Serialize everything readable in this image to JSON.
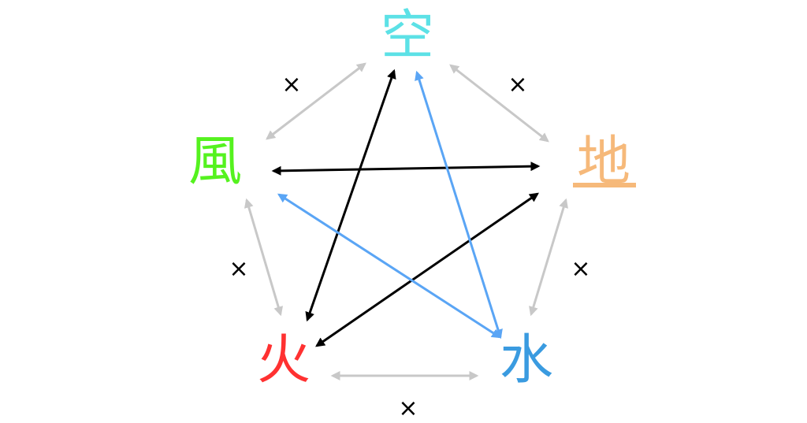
{
  "elements": {
    "void": {
      "label": "空",
      "color": "#5ce1e6"
    },
    "wind": {
      "label": "風",
      "color": "#55f21f"
    },
    "earth": {
      "label": "地",
      "color": "#f6b97a"
    },
    "fire": {
      "label": "火",
      "color": "#ff3131"
    },
    "water": {
      "label": "水",
      "color": "#3a9be0"
    }
  },
  "mark": "×",
  "colors": {
    "neutral": "#c8c8c8",
    "strong": "#000000",
    "blue": "#5aa5f5"
  }
}
